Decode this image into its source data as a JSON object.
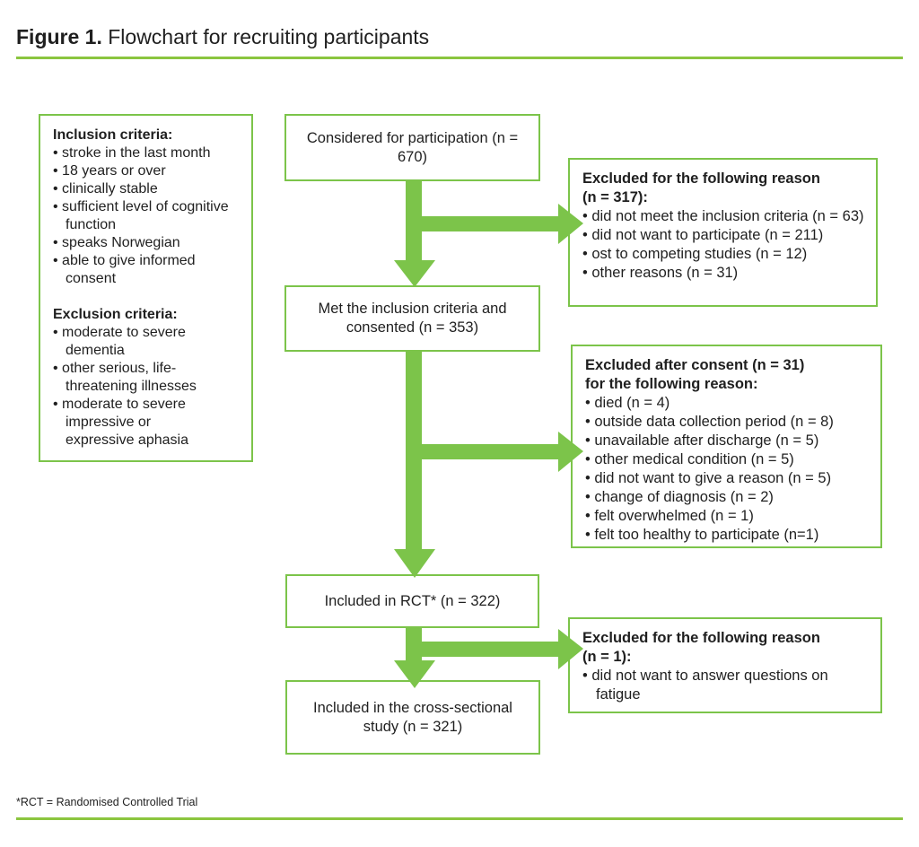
{
  "colors": {
    "arrow_green": "#7cc44a",
    "rule_green": "#8bc53f",
    "text": "#1f1f1f"
  },
  "figure": {
    "label": "Figure 1.",
    "caption": " Flowchart for recruiting participants"
  },
  "criteria_box": {
    "inclusion": {
      "heading": "Inclusion criteria:",
      "items": [
        "stroke in the last month",
        "18 years or over",
        "clinically stable",
        "sufficient level of cognitive function",
        "speaks Norwegian",
        "able to give informed consent"
      ]
    },
    "exclusion": {
      "heading": "Exclusion criteria:",
      "items": [
        "moderate to severe dementia",
        "other serious, life-threatening illnesses",
        "moderate to severe impressive or expressive aphasia"
      ]
    }
  },
  "flow": {
    "considered": "Considered for participation (n = 670)",
    "consented": "Met the inclusion criteria and consented (n = 353)",
    "rct": "Included in RCT* (n = 322)",
    "cross_sectional": "Included in the cross-sectional study (n = 321)"
  },
  "excluded_1": {
    "heading_lines": [
      "Excluded for the following reason",
      "(n = 317):"
    ],
    "items": [
      "did not meet the inclusion criteria (n = 63)",
      "did not want to participate (n = 211)",
      "ost to competing studies (n = 12)",
      "other reasons (n = 31)"
    ]
  },
  "excluded_2": {
    "heading_lines": [
      "Excluded after consent (n = 31)",
      "for the following reason:"
    ],
    "items": [
      "died (n = 4)",
      "outside data collection period (n = 8)",
      "unavailable after discharge (n = 5)",
      "other medical condition (n = 5)",
      "did not want to give a reason (n = 5)",
      "change of diagnosis (n = 2)",
      "felt overwhelmed (n = 1)",
      "felt too healthy to participate (n=1)"
    ]
  },
  "excluded_3": {
    "heading_lines": [
      "Excluded for the following reason",
      "(n = 1):"
    ],
    "items": [
      "did not want to answer questions on fatigue"
    ]
  },
  "footnote": "*RCT = Randomised Controlled Trial"
}
